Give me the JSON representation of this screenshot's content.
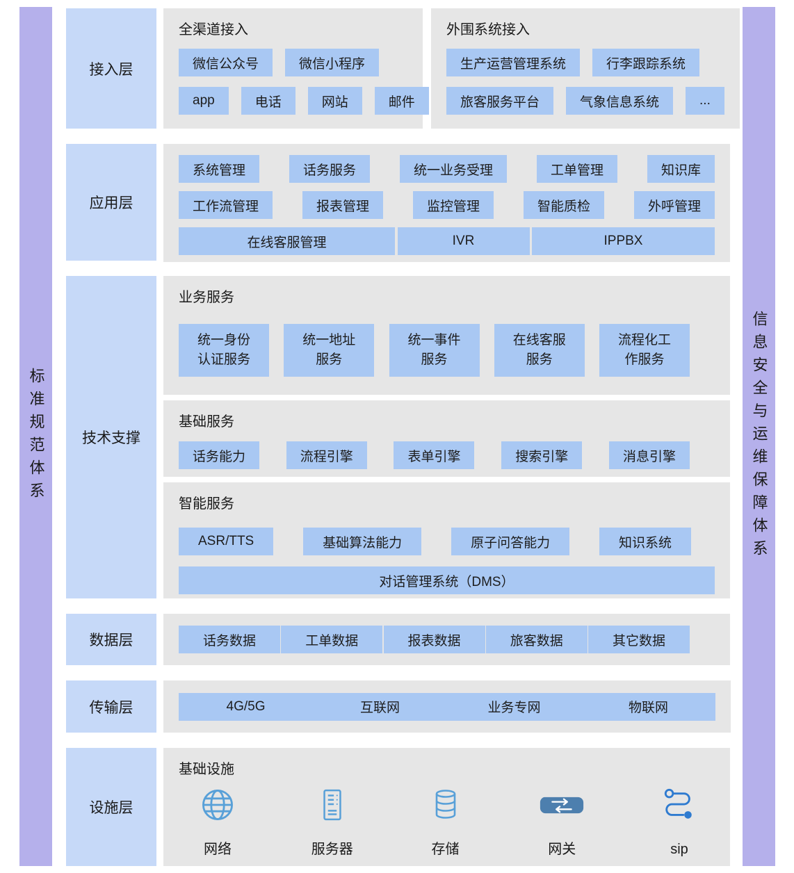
{
  "side_bars": {
    "left": "标准规范体系",
    "right": "信息安全与运维保障体系"
  },
  "colors": {
    "sidebar_purple": "#b5b0eb",
    "label_blue": "#c6d9f8",
    "item_blue": "#a9c8f3",
    "panel_gray": "#e6e6e6",
    "icon_blue": "#58a0d8",
    "gateway_blue": "#4d7fae"
  },
  "access_layer": {
    "label": "接入层",
    "groups": [
      {
        "title": "全渠道接入",
        "rows": [
          [
            "微信公众号",
            "微信小程序"
          ],
          [
            "app",
            "电话",
            "网站",
            "邮件"
          ]
        ]
      },
      {
        "title": "外围系统接入",
        "rows": [
          [
            "生产运营管理系统",
            "行李跟踪系统"
          ],
          [
            "旅客服务平台",
            "气象信息系统",
            "..."
          ]
        ]
      }
    ]
  },
  "application_layer": {
    "label": "应用层",
    "rows": [
      [
        "系统管理",
        "话务服务",
        "统一业务受理",
        "工单管理",
        "知识库"
      ],
      [
        "工作流管理",
        "报表管理",
        "监控管理",
        "智能质检",
        "外呼管理"
      ],
      [
        "在线客服管理",
        "IVR",
        "IPPBX"
      ]
    ]
  },
  "tech_layer": {
    "label": "技术支撑",
    "sections": [
      {
        "title": "业务服务",
        "items": [
          "统一身份\n认证服务",
          "统一地址\n服务",
          "统一事件\n服务",
          "在线客服\n服务",
          "流程化工\n作服务"
        ]
      },
      {
        "title": "基础服务",
        "items": [
          "话务能力",
          "流程引擎",
          "表单引擎",
          "搜索引擎",
          "消息引擎"
        ]
      },
      {
        "title": "智能服务",
        "items": [
          "ASR/TTS",
          "基础算法能力",
          "原子问答能力",
          "知识系统"
        ],
        "wide_item": "对话管理系统（DMS）"
      }
    ]
  },
  "data_layer": {
    "label": "数据层",
    "items": [
      "话务数据",
      "工单数据",
      "报表数据",
      "旅客数据",
      "其它数据"
    ]
  },
  "transport_layer": {
    "label": "传输层",
    "items": [
      "4G/5G",
      "互联网",
      "业务专网",
      "物联网"
    ]
  },
  "facility_layer": {
    "label": "设施层",
    "title": "基础设施",
    "items": [
      {
        "name": "网络",
        "icon": "globe-icon"
      },
      {
        "name": "服务器",
        "icon": "server-icon"
      },
      {
        "name": "存储",
        "icon": "storage-icon"
      },
      {
        "name": "网关",
        "icon": "gateway-icon"
      },
      {
        "name": "sip",
        "icon": "sip-icon"
      }
    ]
  }
}
